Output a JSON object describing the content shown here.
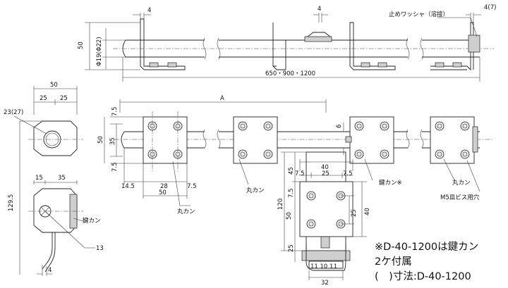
{
  "top_view": {
    "dim_4_left": "4",
    "dim_4_mid": "4",
    "dim_4_right": "4(7)",
    "dim_50": "50",
    "dim_phi": "Φ19(Φ22)",
    "dim_length": "650・900・1200",
    "label_washer": "止めワッシャ（溶接）"
  },
  "side_view": {
    "dim_50": "50",
    "dim_25a": "25",
    "dim_25b": "25",
    "dim_23": "23(27)",
    "dim_15": "15",
    "dim_35": "35",
    "dim_129": "129.5",
    "dim_13": "13",
    "dim_4": "4",
    "label_keykan": "鍵カン"
  },
  "front_view": {
    "dim_A": "A",
    "dim_7_5a": "7.5",
    "dim_50": "50",
    "dim_35": "35",
    "dim_7_5b": "7.5",
    "dim_14_5": "14.5",
    "dim_28": "28",
    "dim_7_5c": "7.5",
    "dim_50b": "50",
    "dim_6": "6",
    "label_marukan1": "丸カン",
    "label_marukan2": "丸カン",
    "label_keykan": "鍵カン※",
    "label_marukan3": "丸カン",
    "label_m5": "M5皿ビス用穴"
  },
  "detail_view": {
    "dim_40": "40",
    "dim_7_5a": "7.5",
    "dim_25": "25",
    "dim_7_5b": "7.5",
    "dim_45": "45",
    "dim_120": "120",
    "dim_7_5c": "7.5",
    "dim_50": "50",
    "dim_25b": "25",
    "dim_40b": "40",
    "dim_25c": "25",
    "dim_bottom": "11 10 11",
    "dim_32": "32"
  },
  "notes": {
    "line1": "※D-40-1200は鍵カン",
    "line2": "2ケ付属",
    "line3": "(　)寸法:D-40-1200"
  }
}
